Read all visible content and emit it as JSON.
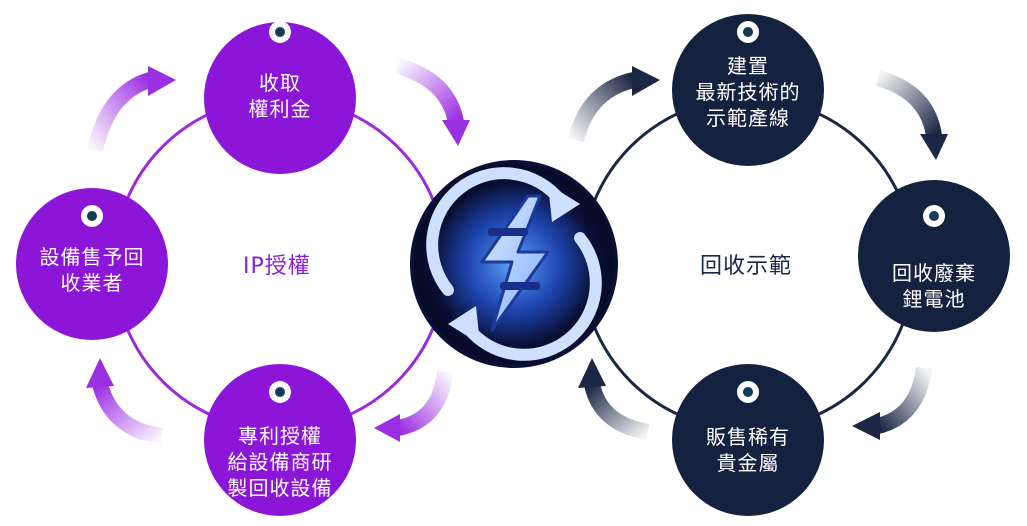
{
  "colors": {
    "purple": "#8b16d8",
    "purple_ring": "#9a2be0",
    "navy": "#14213f",
    "navy_ring": "#1c2745",
    "dot_ring": "#ffffff",
    "dot_center": "#173a57",
    "center_glow": "#2a6cff"
  },
  "left_cycle": {
    "center_label": "IP授權",
    "nodes": [
      {
        "lines": [
          "收取",
          "權利金"
        ]
      },
      {
        "lines": [
          "設備售予回",
          "收業者"
        ]
      },
      {
        "lines": [
          "專利授權",
          "給設備商研",
          "製回收設備"
        ]
      }
    ]
  },
  "right_cycle": {
    "center_label": "回收示範",
    "nodes": [
      {
        "lines": [
          "建置",
          "最新技術的",
          "示範產線"
        ]
      },
      {
        "lines": [
          "回收廢棄",
          "鋰電池"
        ]
      },
      {
        "lines": [
          "販售稀有",
          "貴金屬"
        ]
      }
    ]
  },
  "center_icon": "lightning-recycle-logo-icon"
}
